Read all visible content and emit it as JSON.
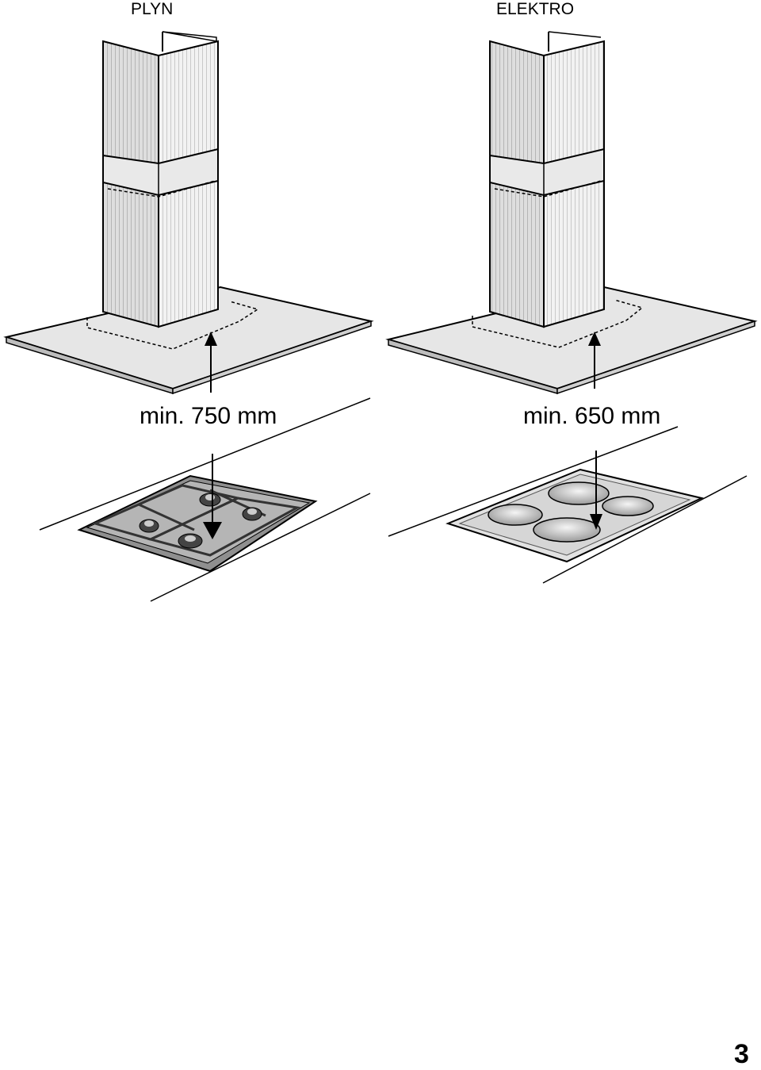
{
  "page": {
    "header_left": "PLYN",
    "header_right": "ELEKTRO",
    "distance_left": "min. 750 mm",
    "distance_right": "min. 650 mm",
    "page_number": "3"
  }
}
